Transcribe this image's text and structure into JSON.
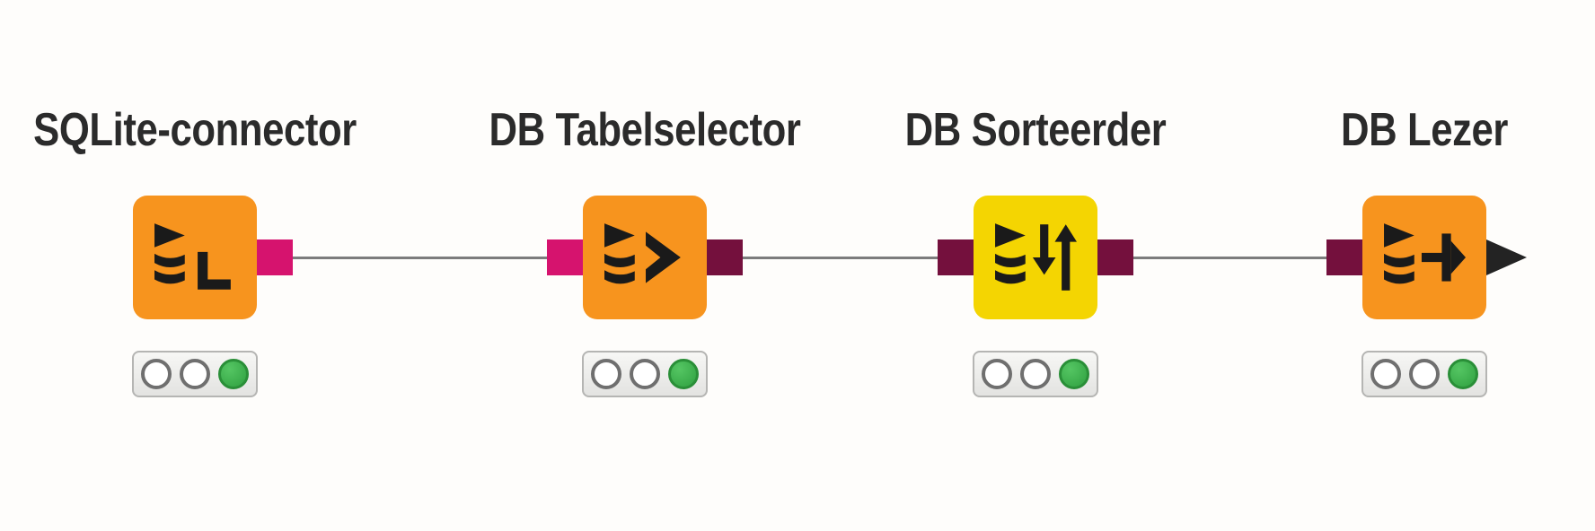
{
  "workflow": {
    "background_color": "#fefdfb",
    "connection_color": "#7c7c7c",
    "title_color": "#2b2b2b",
    "status_green_color": "#3cb44a",
    "nodes": [
      {
        "label": "SQLite-connector",
        "body_color": "#f7941e",
        "category": "connector",
        "icon": "database-list-l-icon",
        "ports": {
          "input": null,
          "output": {
            "shape": "square",
            "color": "#d6136e"
          }
        },
        "traffic_light": [
          "off",
          "off",
          "green"
        ]
      },
      {
        "label": "DB Tabelselector",
        "body_color": "#f7941e",
        "category": "selector",
        "icon": "database-list-chevron-icon",
        "ports": {
          "input": {
            "shape": "square",
            "color": "#d6136e"
          },
          "output": {
            "shape": "square",
            "color": "#74103d"
          }
        },
        "traffic_light": [
          "off",
          "off",
          "green"
        ]
      },
      {
        "label": "DB Sorteerder",
        "body_color": "#f4d502",
        "category": "manipulator",
        "icon": "database-list-sort-icon",
        "ports": {
          "input": {
            "shape": "square",
            "color": "#74103d"
          },
          "output": {
            "shape": "square",
            "color": "#74103d"
          }
        },
        "traffic_light": [
          "off",
          "off",
          "green"
        ]
      },
      {
        "label": "DB Lezer",
        "body_color": "#f7941e",
        "category": "reader",
        "icon": "database-list-arrow-icon",
        "ports": {
          "input": {
            "shape": "square",
            "color": "#74103d"
          },
          "output": {
            "shape": "triangle",
            "color": "#232323"
          }
        },
        "traffic_light": [
          "off",
          "off",
          "green"
        ]
      }
    ],
    "connections": [
      {
        "from": "SQLite-connector",
        "to": "DB Tabelselector"
      },
      {
        "from": "DB Tabelselector",
        "to": "DB Sorteerder"
      },
      {
        "from": "DB Sorteerder",
        "to": "DB Lezer"
      }
    ]
  }
}
